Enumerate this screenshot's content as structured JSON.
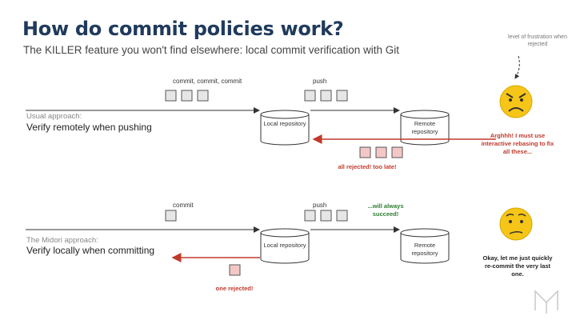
{
  "header": {
    "title": "How do commit policies work?",
    "subtitle": "The KILLER feature you won't find elsewhere: local commit verification with Git"
  },
  "frustration_label": "level of frustration when rejected",
  "usual": {
    "label": "Usual approach:",
    "title": "Verify remotely when pushing",
    "commit_label": "commit, commit, commit",
    "push_label": "push",
    "local_repo": "Local repository",
    "remote_repo": "Remote repository",
    "rejected": "all rejected! too late!",
    "reaction": "Arghhh! I must use interactive rebasing to fix all these..."
  },
  "midori": {
    "label": "The Midori approach:",
    "title": "Verify locally when committing",
    "commit_label": "commit",
    "push_label": "push",
    "success": "...will always succeed!",
    "local_repo": "Local repository",
    "remote_repo": "Remote repository",
    "rejected": "one rejected!",
    "reaction": "Okay, let me just quickly re-commit the very last one."
  },
  "colors": {
    "title": "#1f3a5c",
    "commit_box": "#e6e6e6",
    "rejected_box": "#f4c7c7",
    "red": "#c0392b",
    "green": "#2e7d32",
    "face": "#f5c518"
  },
  "icons": [
    "angry-face-icon",
    "worried-face-icon",
    "logo-icon"
  ]
}
